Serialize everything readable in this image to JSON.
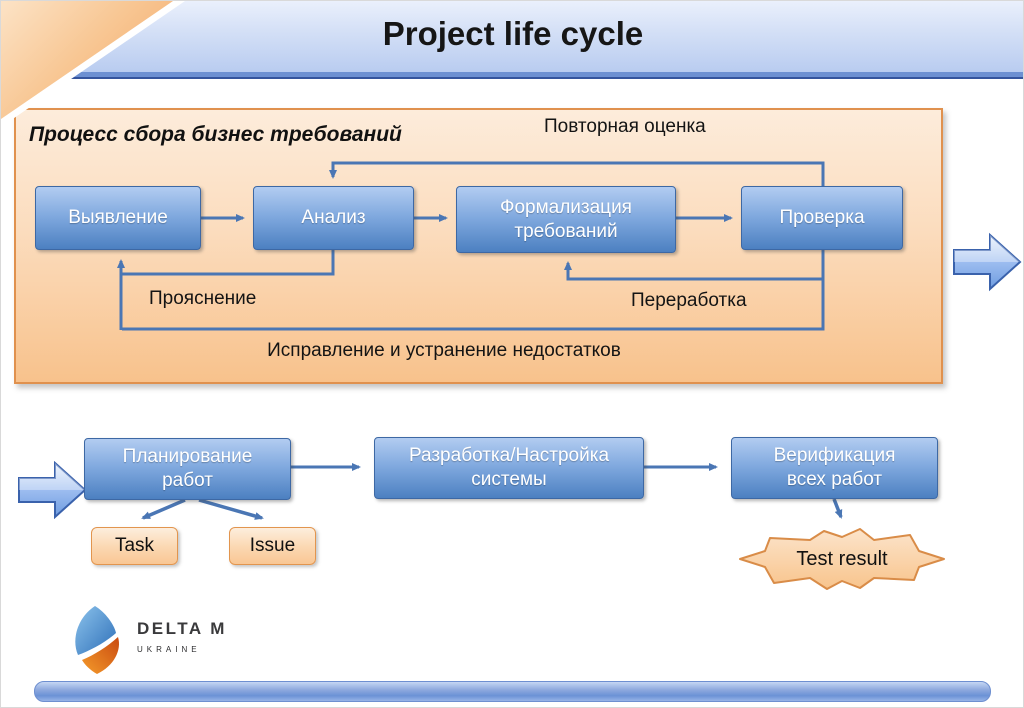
{
  "slide": {
    "title": "Project life cycle"
  },
  "process_panel": {
    "heading": "Процесс сбора бизнес требований",
    "boxes": [
      {
        "label": "Выявление"
      },
      {
        "label": "Анализ"
      },
      {
        "label": "Формализация требований"
      },
      {
        "label": "Проверка"
      }
    ],
    "labels": {
      "reassessment": "Повторная оценка",
      "clarification": "Прояснение",
      "rework": "Переработка",
      "fixing": "Исправление и устранение недостатков"
    }
  },
  "workflow": {
    "boxes": [
      {
        "label": "Планирование работ"
      },
      {
        "label": "Разработка/Настройка системы"
      },
      {
        "label": "Верификация всех работ"
      }
    ],
    "children": [
      {
        "label": "Task"
      },
      {
        "label": "Issue"
      }
    ],
    "result": {
      "label": "Test result"
    }
  },
  "logo": {
    "title": "DELTA M",
    "subtitle": "UKRAINE"
  },
  "colors": {
    "node_blue": "#4c80c1",
    "panel_orange": "#f8c28c",
    "connector_blue": "#4a76b4",
    "header_blue": "#b9ccf0"
  }
}
